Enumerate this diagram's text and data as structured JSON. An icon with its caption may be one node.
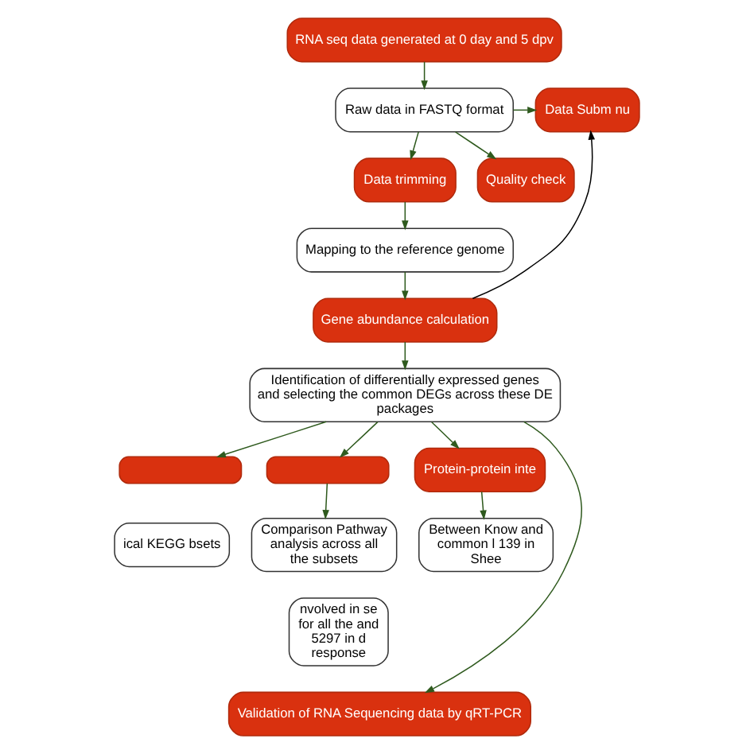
{
  "diagram": {
    "nodes": [
      {
        "text": [
          "RNA seq data generated at 0 day and 5 dpv"
        ]
      },
      {
        "text": [
          "Raw data in FASTQ format"
        ]
      },
      {
        "text": [
          "Data Subm nu"
        ]
      },
      {
        "text": [
          "Data trimming"
        ]
      },
      {
        "text": [
          "Quality check"
        ]
      },
      {
        "text": [
          "Mapping to the reference genome"
        ]
      },
      {
        "text": [
          "Gene abundance calculation"
        ]
      },
      {
        "text": [
          "Identification of differentially expressed genes and selecting the common DEGs across these DE packages"
        ]
      },
      {
        "text": [],
        "shape": "box"
      },
      {
        "text": [],
        "shape": "box"
      },
      {
        "text": [
          "Protein-protein inte"
        ]
      },
      {
        "text": [
          "ical KEGG bsets"
        ]
      },
      {
        "text": [
          "Comparison Pathway analysis across all the subsets"
        ]
      },
      {
        "text": [
          "Between Know and common l 139 in Shee"
        ]
      },
      {
        "text": [
          "nvolved in se for all the and 5297 in d response"
        ]
      },
      {
        "text": [
          "Validation of RNA Sequencing data by qRT-PCR"
        ]
      }
    ],
    "edges": [
      {
        "from": 0,
        "to": 1,
        "arrow": "to"
      },
      {
        "from": 1,
        "to": 2,
        "arrow": "to"
      },
      {
        "from": 1,
        "to": 3,
        "arrow": "to"
      },
      {
        "from": 1,
        "to": 4,
        "arrow": "to"
      },
      {
        "from": 3,
        "to": 5,
        "arrow": "to"
      },
      {
        "from": 5,
        "to": 6,
        "arrow": "to"
      },
      {
        "from": 6,
        "to": 2,
        "arrow": "to",
        "color": "#000000"
      },
      {
        "from": 6,
        "to": 7,
        "arrow": "to"
      },
      {
        "from": 7,
        "to": 8,
        "arrow": "to"
      },
      {
        "from": 7,
        "to": 9,
        "arrow": "to"
      },
      {
        "from": 7,
        "to": 10,
        "arrow": "to"
      },
      {
        "from": 7,
        "to": 15,
        "arrow": "to"
      },
      {
        "from": 9,
        "to": 12,
        "arrow": "to"
      },
      {
        "from": 10,
        "to": 13,
        "arrow": "to"
      }
    ]
  }
}
